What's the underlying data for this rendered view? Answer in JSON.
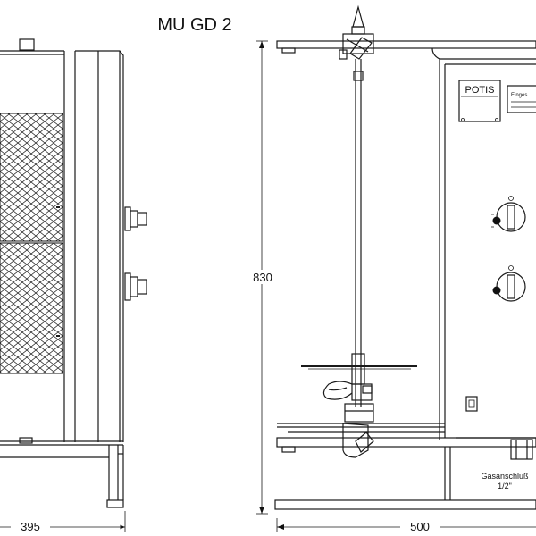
{
  "title": "MU GD 2",
  "dimensions": {
    "side_width": "395",
    "front_width": "500",
    "height": "830"
  },
  "panel": {
    "brand": "POTIS",
    "label_plate": "Einges"
  },
  "gas_connection": {
    "label": "Gasanschluß",
    "size": "1/2\""
  }
}
